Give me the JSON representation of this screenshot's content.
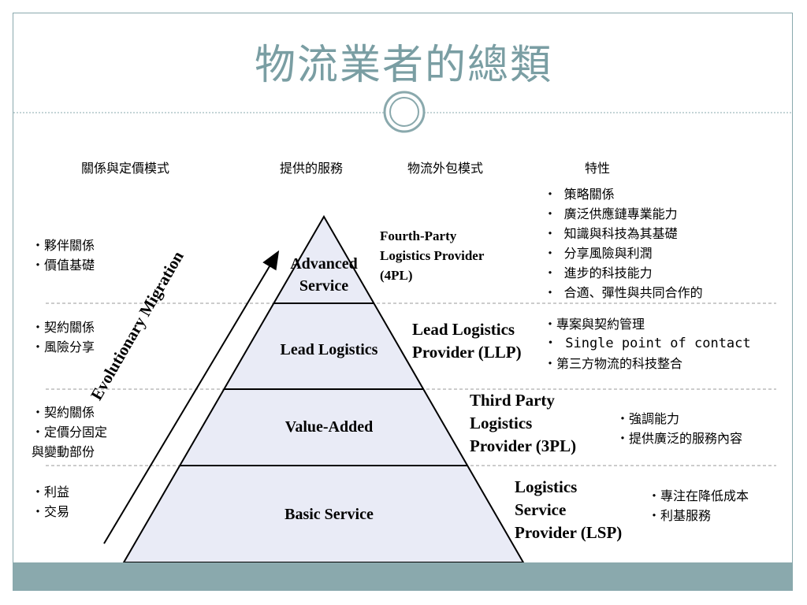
{
  "title": "物流業者的總類",
  "headers": {
    "relationship": "關係與定價模式",
    "services": "提供的服務",
    "outsourcing": "物流外包模式",
    "characteristics": "特性"
  },
  "arrow_label": "Evolutionary Migration",
  "tiers": [
    {
      "service_lines": [
        "Advanced",
        "Service"
      ],
      "relationship": [
        "・夥伴關係",
        "・價值基礎"
      ],
      "provider_lines": [
        "Fourth-Party",
        "Logistics Provider",
        "(4PL)"
      ],
      "characteristics": [
        "・ 策略關係",
        "・ 廣泛供應鏈專業能力",
        "・ 知識與科技為其基礎",
        "・ 分享風險與利潤",
        "・ 進步的科技能力",
        "・ 合適、彈性與共同合作的"
      ]
    },
    {
      "service_lines": [
        "Lead Logistics"
      ],
      "relationship": [
        "・契約關係",
        "・風險分享"
      ],
      "provider_lines": [
        "Lead Logistics",
        "Provider (LLP)"
      ],
      "characteristics": [
        "・專案與契約管理",
        "・ Single point of contact",
        "・第三方物流的科技整合"
      ]
    },
    {
      "service_lines": [
        "Value-Added"
      ],
      "relationship": [
        "・契約關係",
        "・定價分固定",
        " 與變動部份"
      ],
      "provider_lines": [
        "Third Party",
        "Logistics",
        "Provider (3PL)"
      ],
      "characteristics": [
        "・強調能力",
        "・提供廣泛的服務內容"
      ]
    },
    {
      "service_lines": [
        "Basic Service"
      ],
      "relationship": [
        "・利益",
        "・交易"
      ],
      "provider_lines": [
        "Logistics",
        "Service",
        "Provider (LSP)"
      ],
      "characteristics": [
        "・專注在降低成本",
        "・利基服務"
      ]
    }
  ]
}
